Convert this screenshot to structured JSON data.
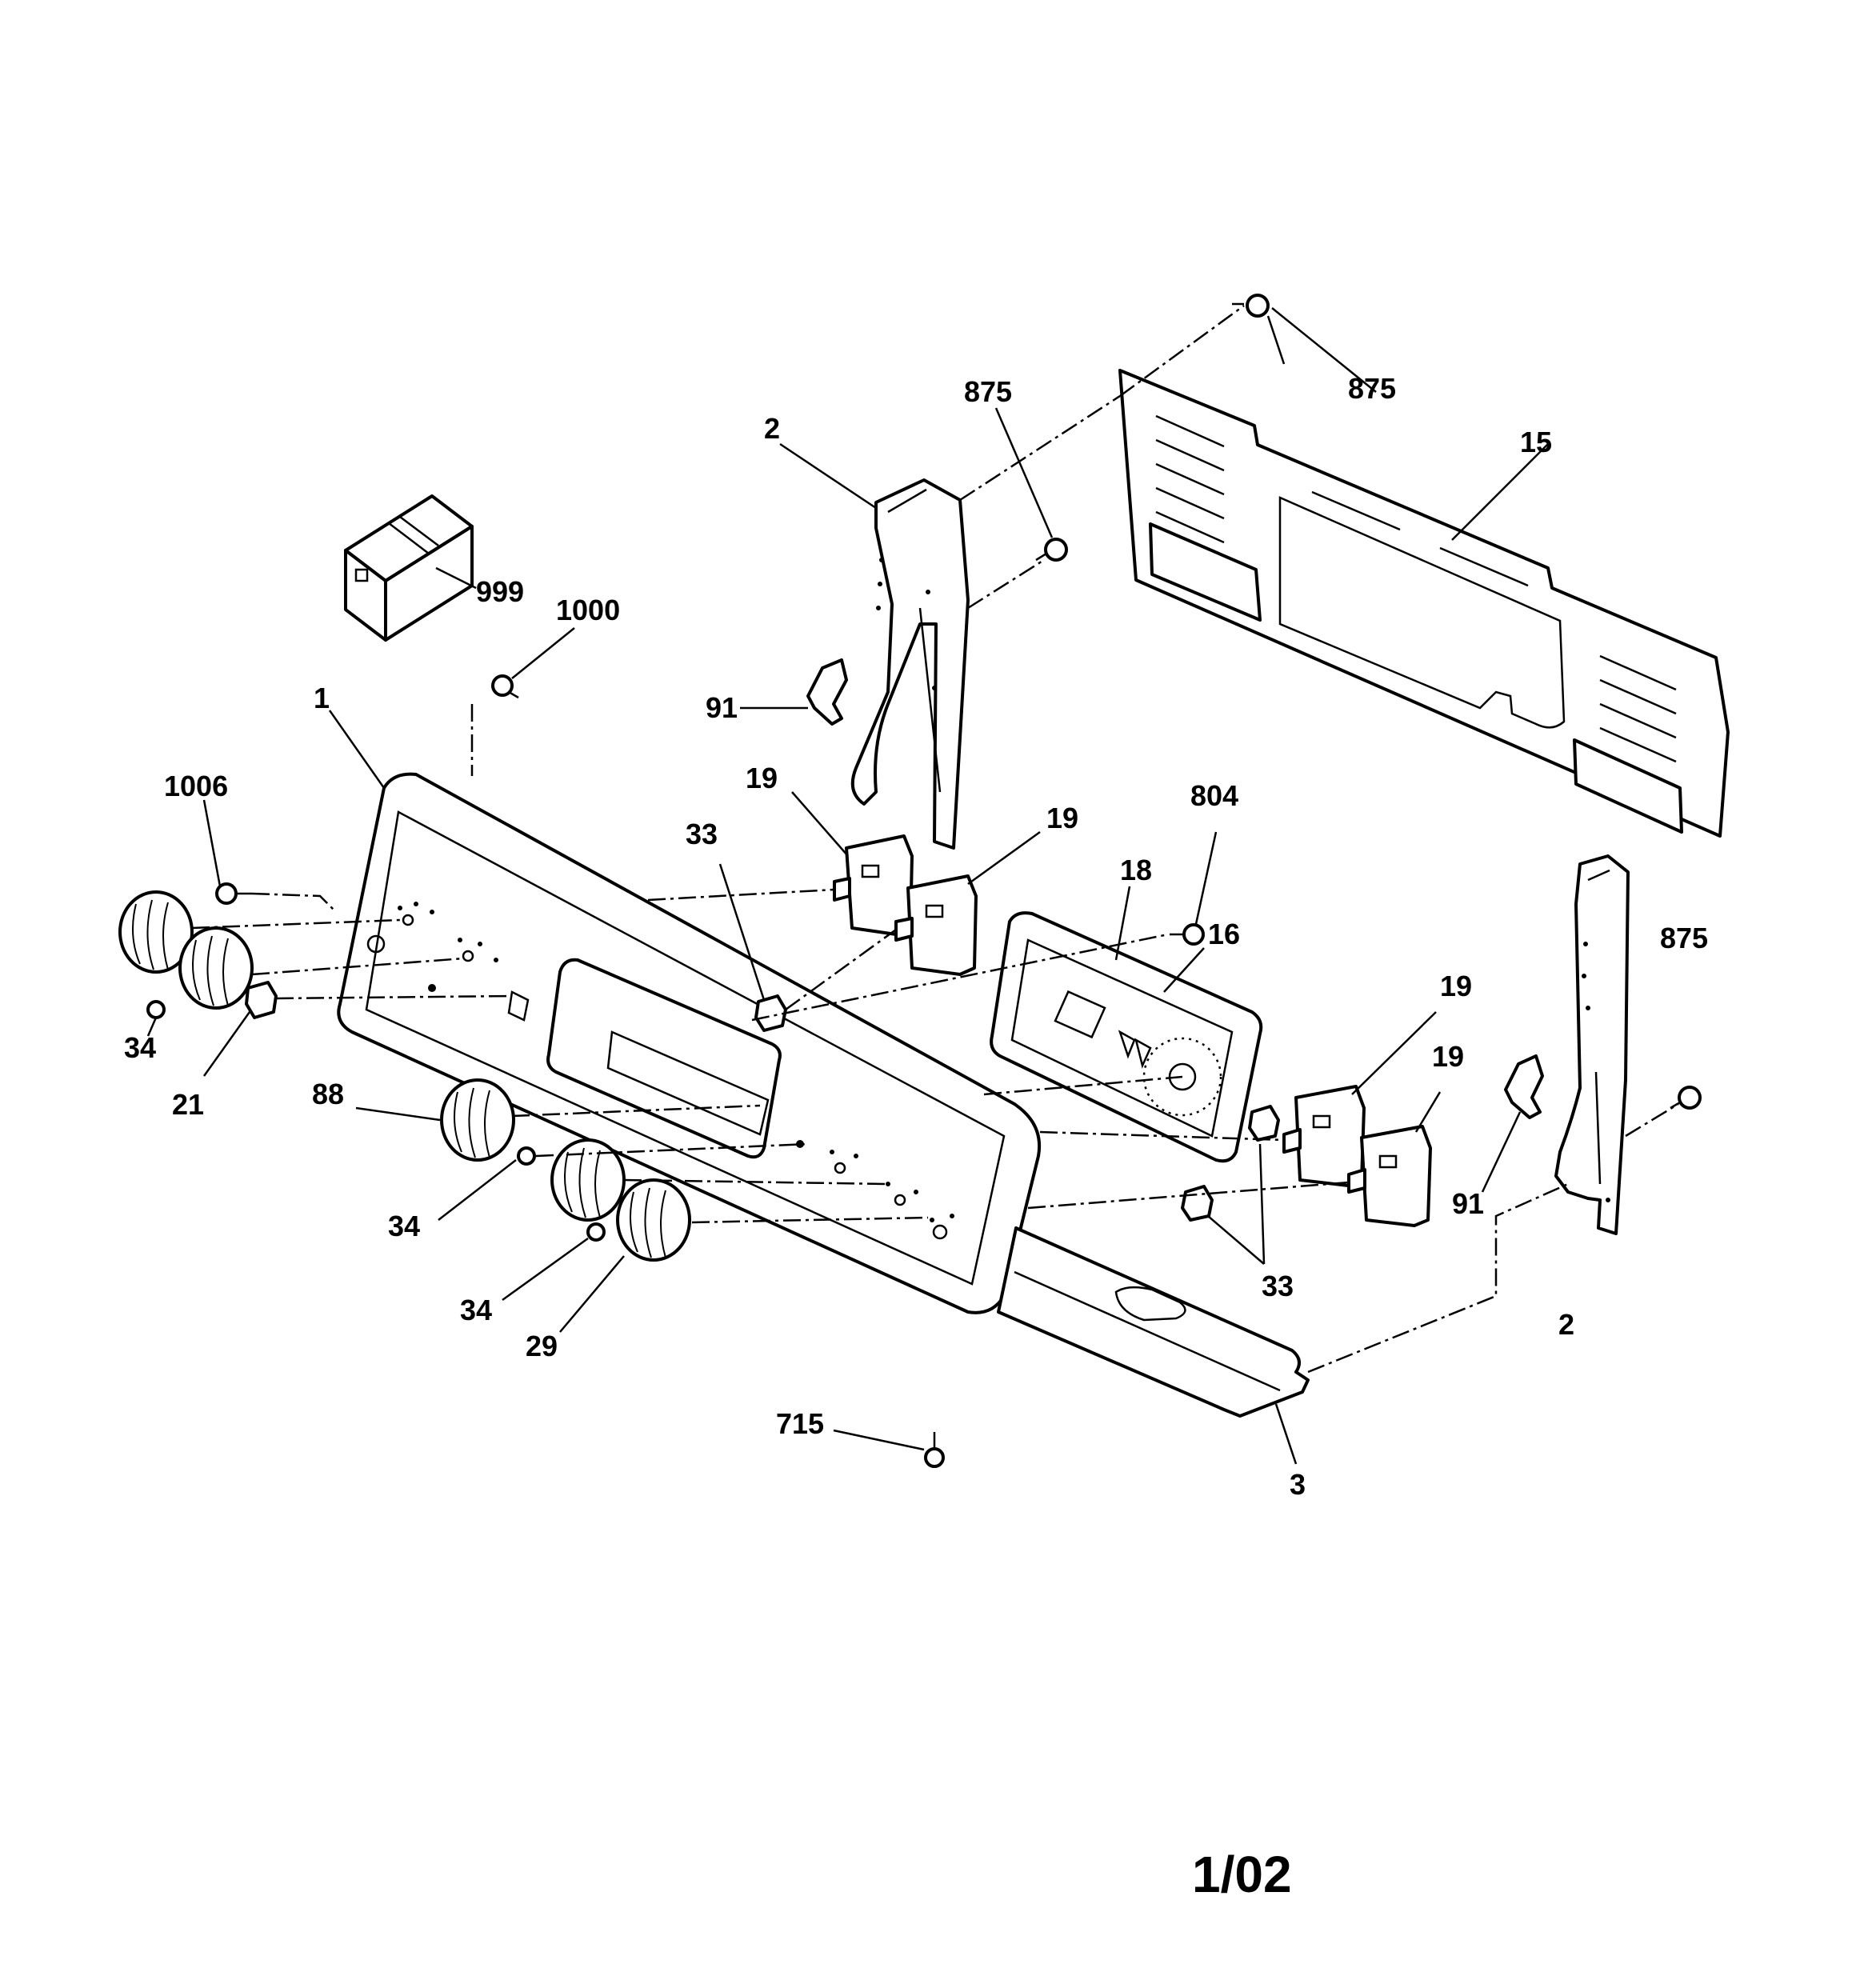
{
  "callouts": [
    {
      "id": "c999",
      "text": "999"
    },
    {
      "id": "c1000",
      "text": "1000"
    },
    {
      "id": "c1",
      "text": "1"
    },
    {
      "id": "c1006",
      "text": "1006"
    },
    {
      "id": "c34a",
      "text": "34"
    },
    {
      "id": "c21",
      "text": "21"
    },
    {
      "id": "c2a",
      "text": "2"
    },
    {
      "id": "c875a",
      "text": "875"
    },
    {
      "id": "c875b",
      "text": "875"
    },
    {
      "id": "c15",
      "text": "15"
    },
    {
      "id": "c91a",
      "text": "91"
    },
    {
      "id": "c19a",
      "text": "19"
    },
    {
      "id": "c19b",
      "text": "19"
    },
    {
      "id": "c33a",
      "text": "33"
    },
    {
      "id": "c804",
      "text": "804"
    },
    {
      "id": "c18",
      "text": "18"
    },
    {
      "id": "c16",
      "text": "16"
    },
    {
      "id": "c875c",
      "text": "875"
    },
    {
      "id": "c19c",
      "text": "19"
    },
    {
      "id": "c19d",
      "text": "19"
    },
    {
      "id": "c91b",
      "text": "91"
    },
    {
      "id": "c88",
      "text": "88"
    },
    {
      "id": "c34b",
      "text": "34"
    },
    {
      "id": "c34c",
      "text": "34"
    },
    {
      "id": "c29",
      "text": "29"
    },
    {
      "id": "c33b",
      "text": "33"
    },
    {
      "id": "c2b",
      "text": "2"
    },
    {
      "id": "c715",
      "text": "715"
    },
    {
      "id": "c3",
      "text": "3"
    }
  ],
  "page_number": "1/02"
}
